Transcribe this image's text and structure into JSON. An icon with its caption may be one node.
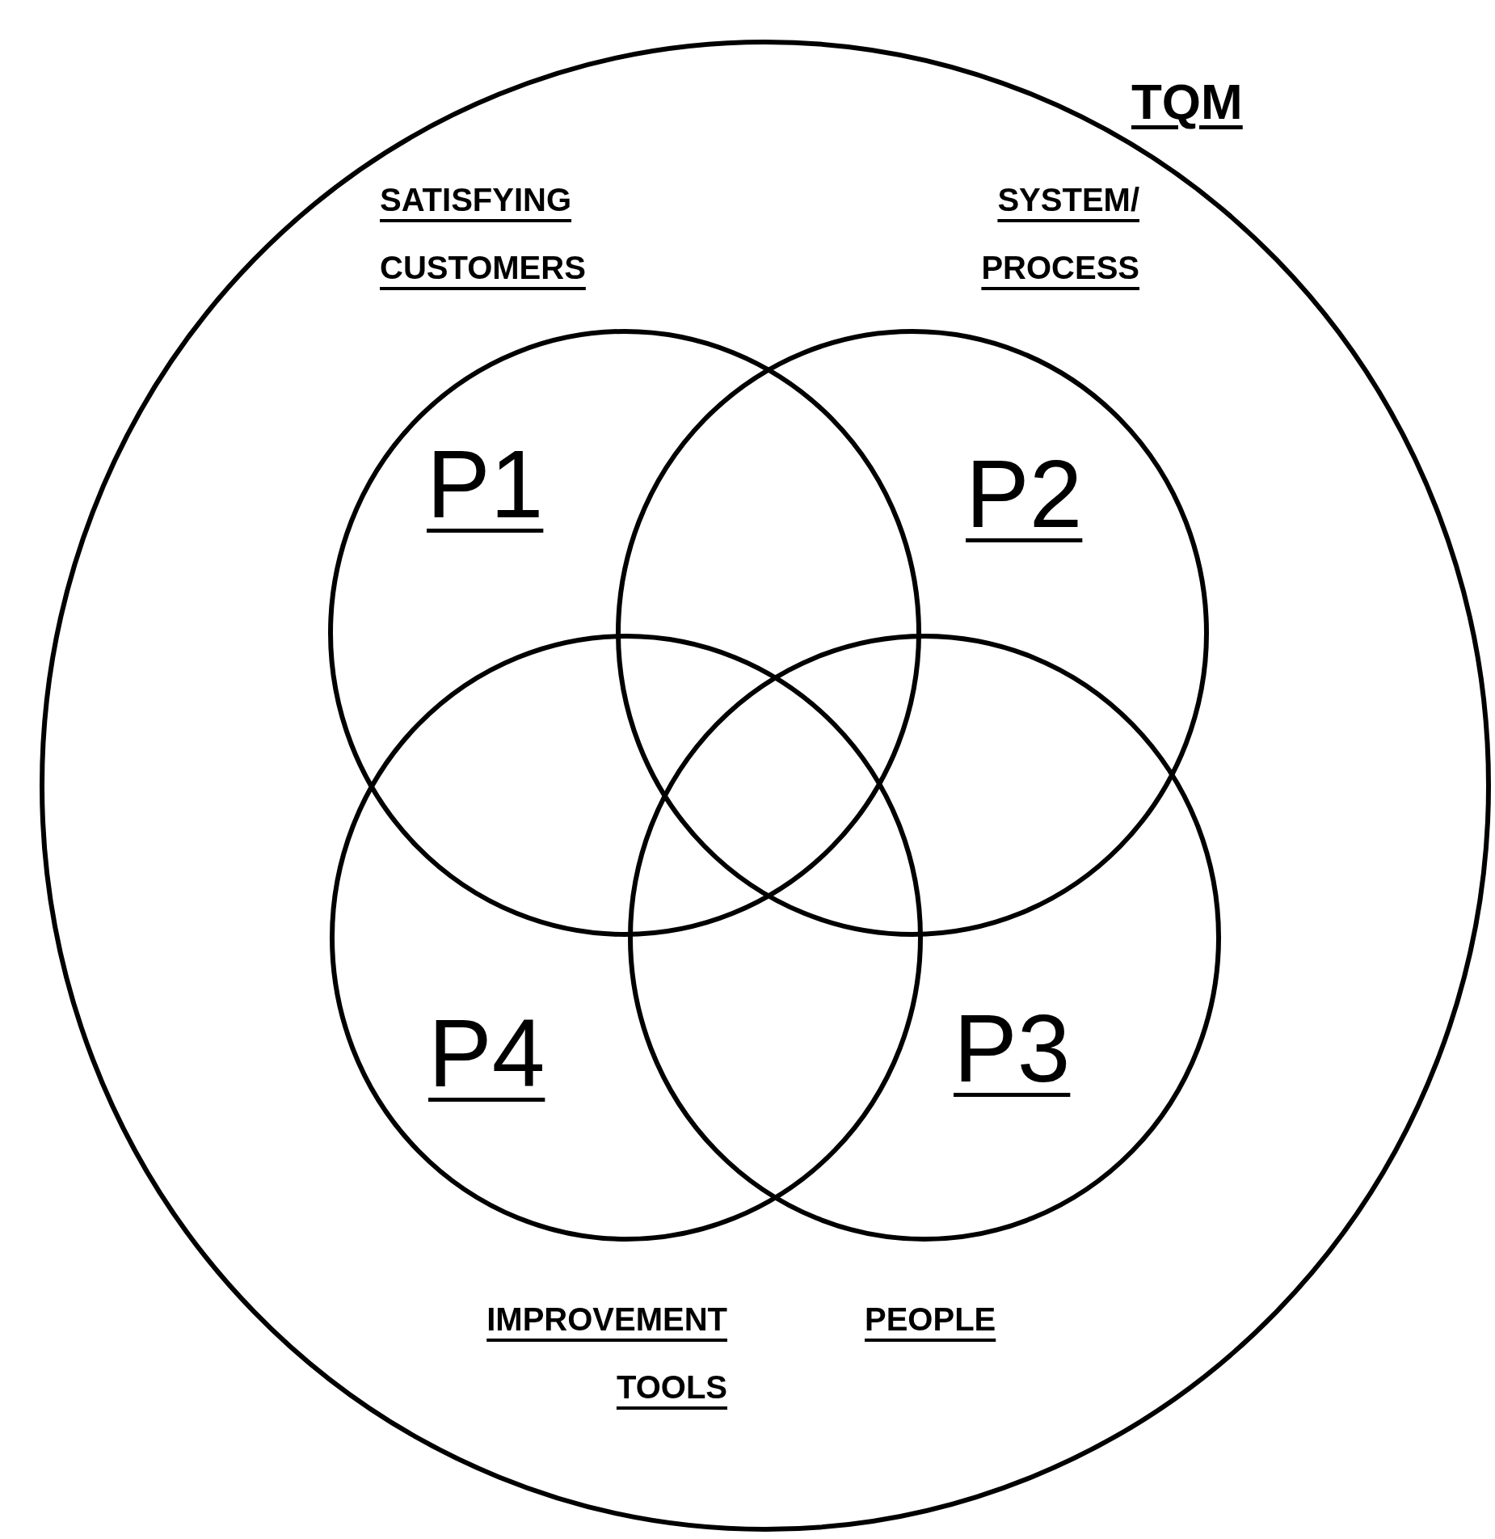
{
  "diagram": {
    "nodes": [
      {
        "text": [
          "TQM"
        ]
      },
      {
        "text": [
          "P1"
        ],
        "in": 0,
        "beside": [
          "SATISFYING CUSTOMERS"
        ]
      },
      {
        "text": [
          "P2"
        ],
        "in": 0,
        "beside": [
          "SYSTEM/ PROCESS"
        ]
      },
      {
        "text": [
          "P3"
        ],
        "in": 0,
        "beside": [
          "PEOPLE"
        ]
      },
      {
        "text": [
          "P4"
        ],
        "in": 0,
        "beside": [
          "IMPROVEMENT TOOLS"
        ]
      }
    ],
    "edges": []
  }
}
